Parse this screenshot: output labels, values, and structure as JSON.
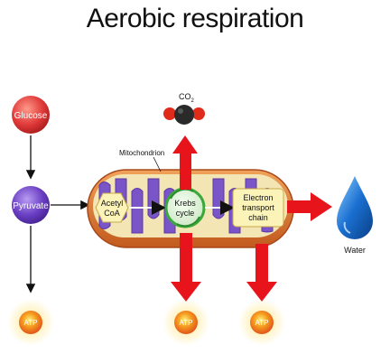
{
  "title": "Aerobic respiration",
  "labels": {
    "glucose": "Glucose",
    "pyruvate": "Pyruvate",
    "acetyl_line1": "Acetyl",
    "acetyl_line2": "CoA",
    "krebs_line1": "Krebs",
    "krebs_line2": "cycle",
    "etc_line1": "Electron",
    "etc_line2": "transport",
    "etc_line3": "chain",
    "mitochondrion": "Mitochondrion",
    "co2_main": "CO",
    "co2_sub": "2",
    "water": "Water",
    "atp": "ATP"
  },
  "colors": {
    "glucose": "#e03a3a",
    "pyruvate": "#6a3fc4",
    "arrow_red": "#e8141c",
    "mito_outer": "#d9732e",
    "mito_inner": "#f3e6b4",
    "cristae": "#7a55c8",
    "water": "#1a6fd0",
    "atp": "#f29b1d"
  }
}
